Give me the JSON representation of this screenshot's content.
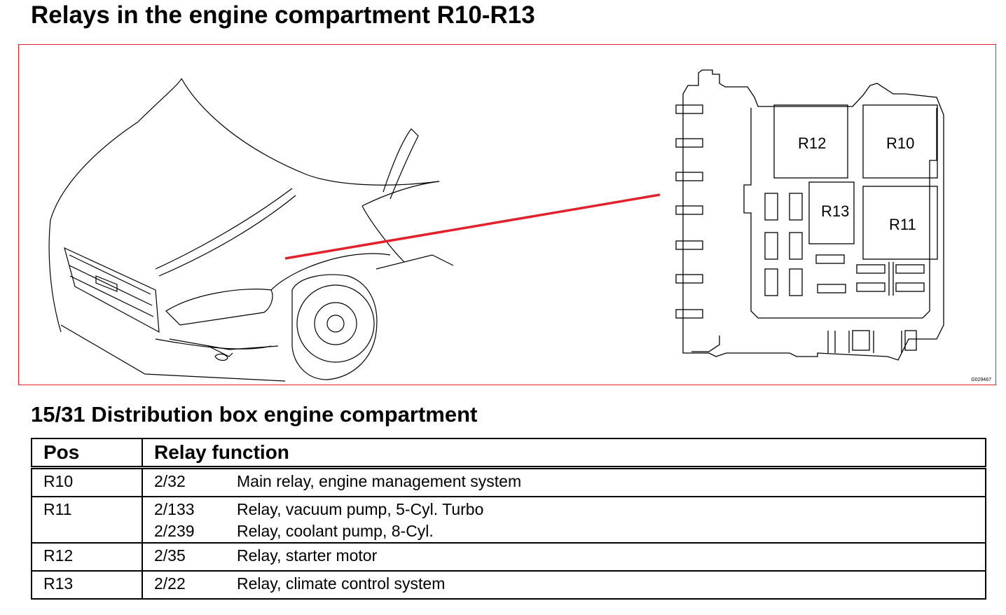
{
  "title": "Relays in the engine compartment R10-R13",
  "figure": {
    "code": "G029467",
    "box_labels": [
      "R12",
      "R10",
      "R13",
      "R11"
    ],
    "pointer_color": "#e2212b",
    "border_color": "#e2212b"
  },
  "subtitle": "15/31 Distribution box engine compartment",
  "table": {
    "headers": [
      "Pos",
      "Relay function"
    ],
    "rows": [
      {
        "pos": "R10",
        "entries": [
          {
            "code": "2/32",
            "desc": "Main relay, engine management system"
          }
        ]
      },
      {
        "pos": "R11",
        "entries": [
          {
            "code": "2/133",
            "desc": "Relay, vacuum pump, 5-Cyl. Turbo"
          },
          {
            "code": "2/239",
            "desc": "Relay, coolant pump, 8-Cyl."
          }
        ]
      },
      {
        "pos": "R12",
        "entries": [
          {
            "code": "2/35",
            "desc": "Relay, starter motor"
          }
        ]
      },
      {
        "pos": "R13",
        "entries": [
          {
            "code": "2/22",
            "desc": "Relay, climate control system"
          }
        ]
      }
    ]
  }
}
